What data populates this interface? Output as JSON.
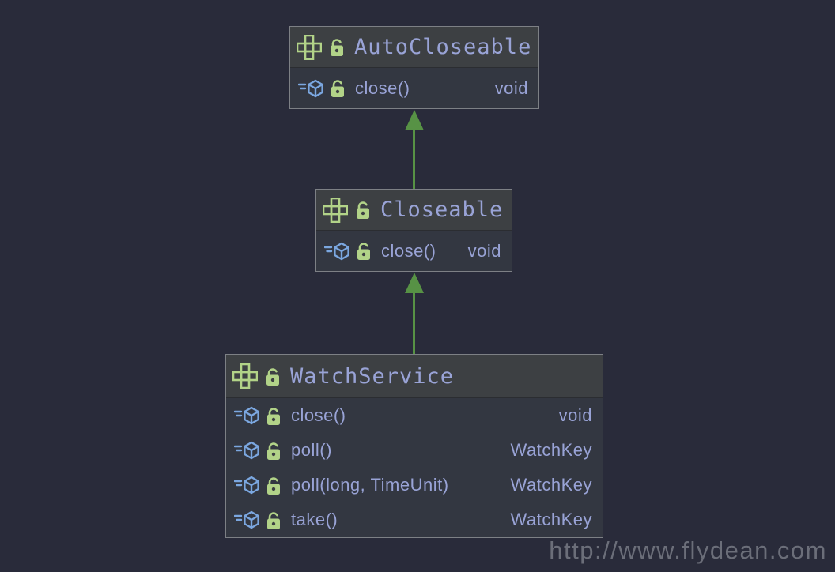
{
  "diagram": {
    "tool": "uml-class-diagram",
    "colors": {
      "background": "#292b3a",
      "node_header_bg": "#3d4043",
      "node_body_bg": "#333741",
      "node_border": "#7d8085",
      "identifier_text": "#99a3d6",
      "icon_green": "#b2d388",
      "icon_blue": "#7ba7e0",
      "arrow_green": "#579245",
      "watermark_gray": "#6b6e79"
    },
    "icons": {
      "class_kind": "interface-icon",
      "visibility": "open-lock-icon",
      "member_kind": "method-icon"
    },
    "classes": [
      {
        "name": "AutoCloseable",
        "methods": [
          {
            "signature": "close()",
            "return_type": "void"
          }
        ]
      },
      {
        "name": "Closeable",
        "methods": [
          {
            "signature": "close()",
            "return_type": "void"
          }
        ]
      },
      {
        "name": "WatchService",
        "methods": [
          {
            "signature": "close()",
            "return_type": "void"
          },
          {
            "signature": "poll()",
            "return_type": "WatchKey"
          },
          {
            "signature": "poll(long, TimeUnit)",
            "return_type": "WatchKey"
          },
          {
            "signature": "take()",
            "return_type": "WatchKey"
          }
        ]
      }
    ],
    "relationships": [
      {
        "from": "Closeable",
        "to": "AutoCloseable",
        "type": "extends"
      },
      {
        "from": "WatchService",
        "to": "Closeable",
        "type": "extends"
      }
    ]
  },
  "watermark": {
    "text": "http://www.flydean.com"
  }
}
